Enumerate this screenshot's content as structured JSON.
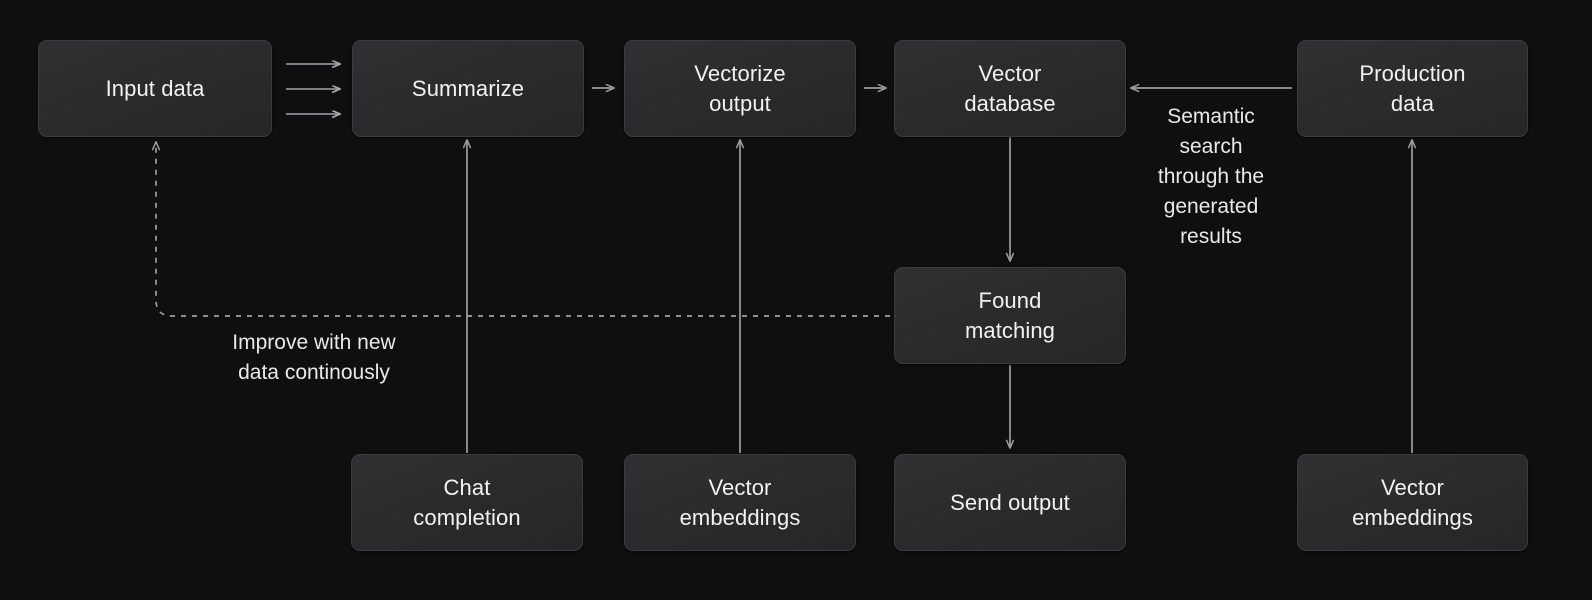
{
  "diagram": {
    "title": "LLM data pipeline with vector database",
    "background_color": "#0f0f10",
    "node_fill_color": "#2b2b2d",
    "node_border_color": "#3c3c40",
    "text_color": "#f2f2f3",
    "edge_color": "#a7a7ab"
  },
  "nodes": {
    "input_data": "Input data",
    "summarize": "Summarize",
    "vectorize_output": "Vectorize\noutput",
    "vector_database": "Vector\ndatabase",
    "production_data": "Production\ndata",
    "found_matching": "Found\nmatching",
    "chat_completion": "Chat\ncompletion",
    "vector_embeddings_left": "Vector\nembeddings",
    "send_output": "Send output",
    "vector_embeddings_right": "Vector\nembeddings"
  },
  "edge_labels": {
    "semantic_search": "Semantic\nsearch\nthrough the\ngenerated\nresults",
    "improve_loop": "Improve with new\ndata continously"
  },
  "edges": [
    {
      "name": "input-to-summarize-1",
      "from": "input_data",
      "to": "summarize",
      "style": "solid",
      "direction": "right"
    },
    {
      "name": "input-to-summarize-2",
      "from": "input_data",
      "to": "summarize",
      "style": "solid",
      "direction": "right"
    },
    {
      "name": "input-to-summarize-3",
      "from": "input_data",
      "to": "summarize",
      "style": "solid",
      "direction": "right"
    },
    {
      "name": "summarize-to-vectorize",
      "from": "summarize",
      "to": "vectorize_output",
      "style": "solid",
      "direction": "right"
    },
    {
      "name": "vectorize-to-vectordb",
      "from": "vectorize_output",
      "to": "vector_database",
      "style": "solid",
      "direction": "right"
    },
    {
      "name": "production-to-vectordb",
      "from": "production_data",
      "to": "vector_database",
      "style": "solid",
      "direction": "left",
      "label": "semantic_search"
    },
    {
      "name": "vectordb-to-found",
      "from": "vector_database",
      "to": "found_matching",
      "style": "solid",
      "direction": "down"
    },
    {
      "name": "found-to-send-output",
      "from": "found_matching",
      "to": "send_output",
      "style": "solid",
      "direction": "down"
    },
    {
      "name": "chat-to-summarize",
      "from": "chat_completion",
      "to": "summarize",
      "style": "solid",
      "direction": "up"
    },
    {
      "name": "embeddings-to-vectorize",
      "from": "vector_embeddings_left",
      "to": "vectorize_output",
      "style": "solid",
      "direction": "up"
    },
    {
      "name": "embeddings-to-production",
      "from": "vector_embeddings_right",
      "to": "production_data",
      "style": "solid",
      "direction": "up"
    },
    {
      "name": "found-to-input-feedback",
      "from": "found_matching",
      "to": "input_data",
      "style": "dashed",
      "direction": "up",
      "label": "improve_loop"
    }
  ]
}
